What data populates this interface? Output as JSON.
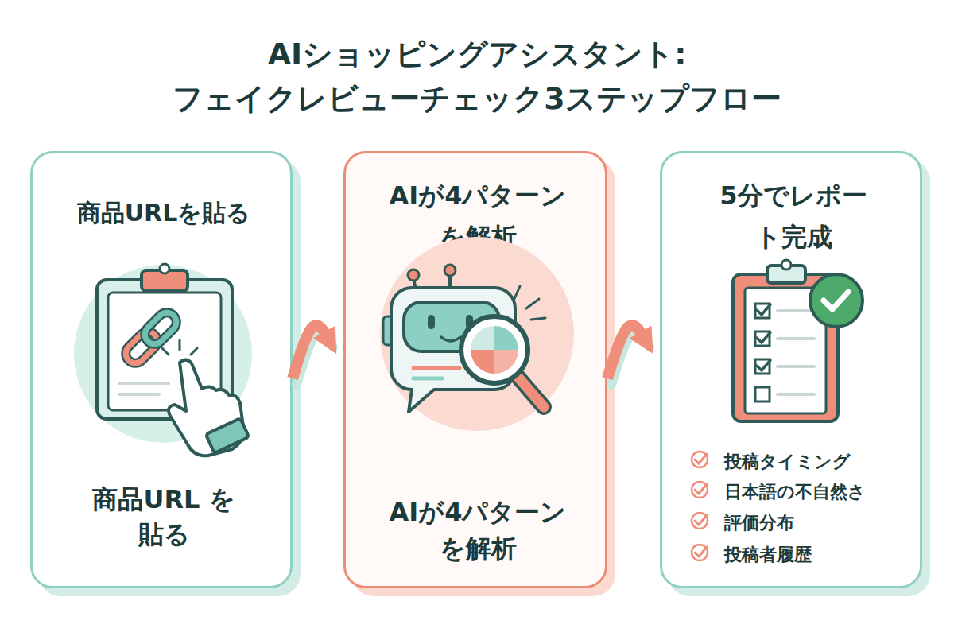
{
  "diagram": {
    "title": "AIショッピングアシスタント: フェイクレビューチェック3ステップフロー",
    "nodes": [
      {
        "text": [
          "商品URLを貼る",
          "商品URL を 貼る"
        ]
      },
      {
        "text": [
          "AIが4パターン を解析",
          "AIが4パターン を解析"
        ]
      },
      {
        "text": [
          "5分でレポー ト完成",
          "投稿タイミング",
          "日本語の不自然さ",
          "評価分布",
          "投稿者履歴"
        ]
      }
    ],
    "edges": [
      {
        "from": 0,
        "to": 1,
        "arrow": "to"
      },
      {
        "from": 1,
        "to": 2,
        "arrow": "to"
      }
    ]
  }
}
